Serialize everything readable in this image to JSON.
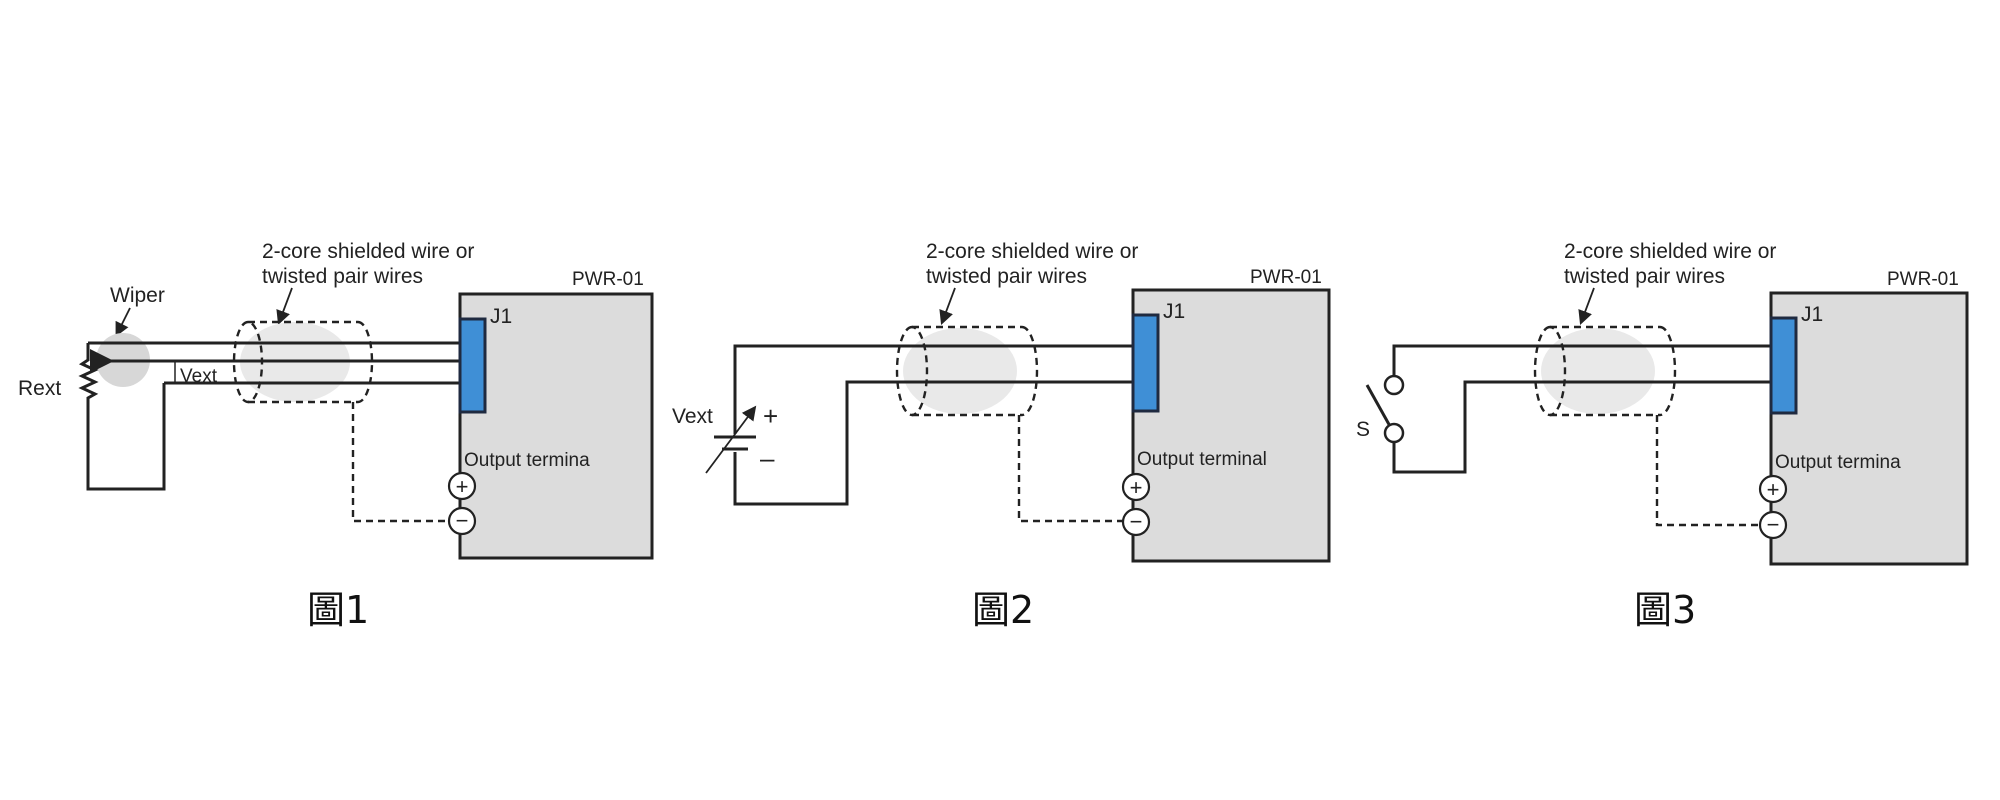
{
  "figures": [
    {
      "caption": "圖1",
      "wire_label_line1": "2-core shielded wire or",
      "wire_label_line2": "twisted pair wires",
      "device_label": "PWR-01",
      "connector_label": "J1",
      "output_label": "Output termina",
      "plus_symbol": "+",
      "minus_symbol": "−",
      "wiper_label": "Wiper",
      "rext_label": "Rext",
      "vext_label": "Vext"
    },
    {
      "caption": "圖2",
      "wire_label_line1": "2-core shielded wire or",
      "wire_label_line2": "twisted pair wires",
      "device_label": "PWR-01",
      "connector_label": "J1",
      "output_label": "Output terminal",
      "plus_symbol": "+",
      "minus_symbol": "−",
      "vext_label": "Vext",
      "source_plus": "+",
      "source_minus": "–"
    },
    {
      "caption": "圖3",
      "wire_label_line1": "2-core shielded wire or",
      "wire_label_line2": "twisted pair wires",
      "device_label": "PWR-01",
      "connector_label": "J1",
      "output_label": "Output termina",
      "plus_symbol": "+",
      "minus_symbol": "−",
      "switch_label": "S"
    }
  ]
}
